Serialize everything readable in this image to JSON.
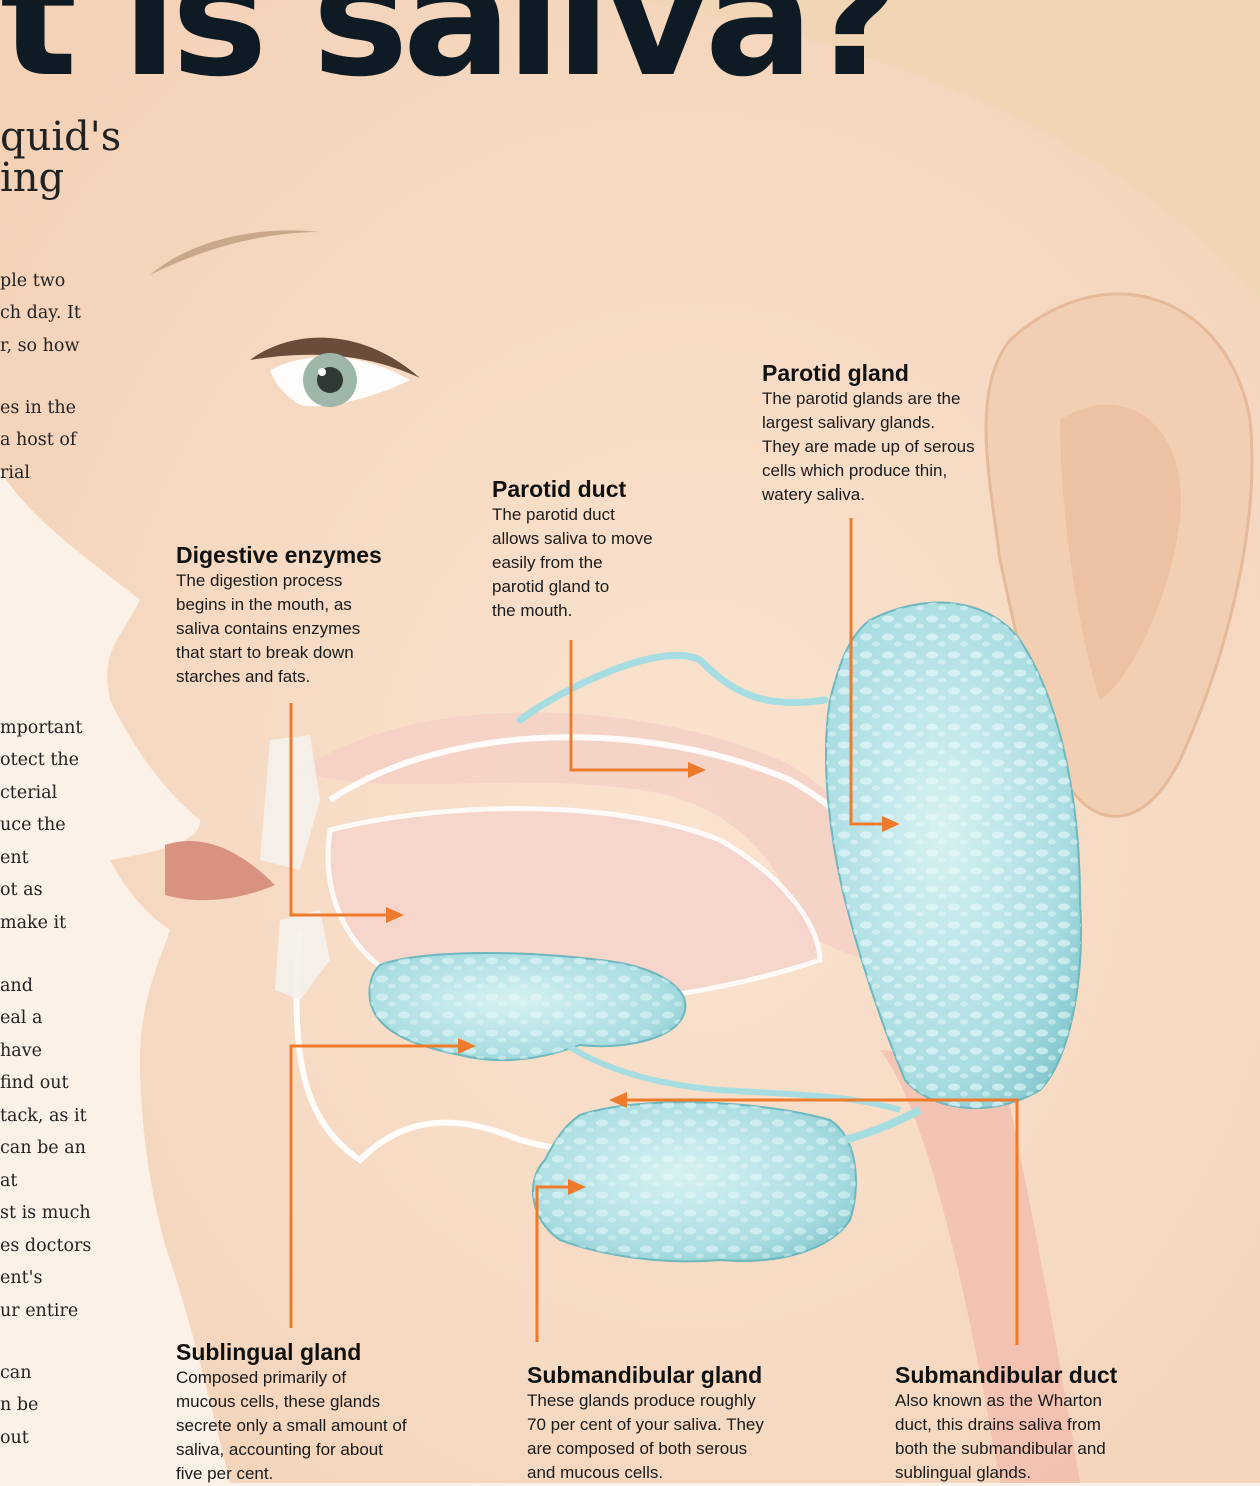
{
  "title": "t is saliva?",
  "subtitle_lines": [
    "quid's",
    "ing"
  ],
  "body_fragments": [
    "ple two",
    "ch day. It",
    "r, so how",
    "es in the",
    "a host of",
    "rial",
    "mportant",
    "otect the",
    "cterial",
    "uce the",
    "ent",
    "ot as",
    "make it",
    "and",
    "eal a",
    "have",
    "find out",
    "tack, as it",
    "can be an",
    "at",
    "st is much",
    "es doctors",
    "ent's",
    "ur entire",
    "can",
    "n be",
    "out"
  ],
  "labels": {
    "parotid_gland": {
      "title": "Parotid gland",
      "lines": [
        "The parotid glands are the",
        "largest salivary glands.",
        "They are made up of serous",
        "cells which produce thin,",
        "watery saliva."
      ]
    },
    "parotid_duct": {
      "title": "Parotid duct",
      "lines": [
        "The parotid duct",
        "allows saliva to move",
        "easily from the",
        "parotid gland to",
        "the mouth."
      ]
    },
    "digestive_enzymes": {
      "title": "Digestive enzymes",
      "lines": [
        "The digestion process",
        "begins in the mouth, as",
        "saliva contains enzymes",
        "that start to break down",
        "starches and fats."
      ]
    },
    "sublingual_gland": {
      "title": "Sublingual gland",
      "lines": [
        "Composed primarily of",
        "mucous cells, these glands",
        "secrete only a small amount of",
        "saliva, accounting for about",
        "five per cent."
      ]
    },
    "submandibular_gland": {
      "title": "Submandibular gland",
      "lines": [
        "These glands produce roughly",
        "70 per cent of your saliva. They",
        "are composed of both serous",
        "and mucous cells."
      ]
    },
    "submandibular_duct": {
      "title": "Submandibular duct",
      "lines": [
        "Also known as the Wharton",
        "duct, this drains saliva from",
        "both the submandibular and",
        "sublingual glands."
      ]
    }
  },
  "colors": {
    "callout": "#ee7a2b",
    "gland": "#a6dde2",
    "skin": "#f7dcc6",
    "title": "#0f1b24"
  }
}
